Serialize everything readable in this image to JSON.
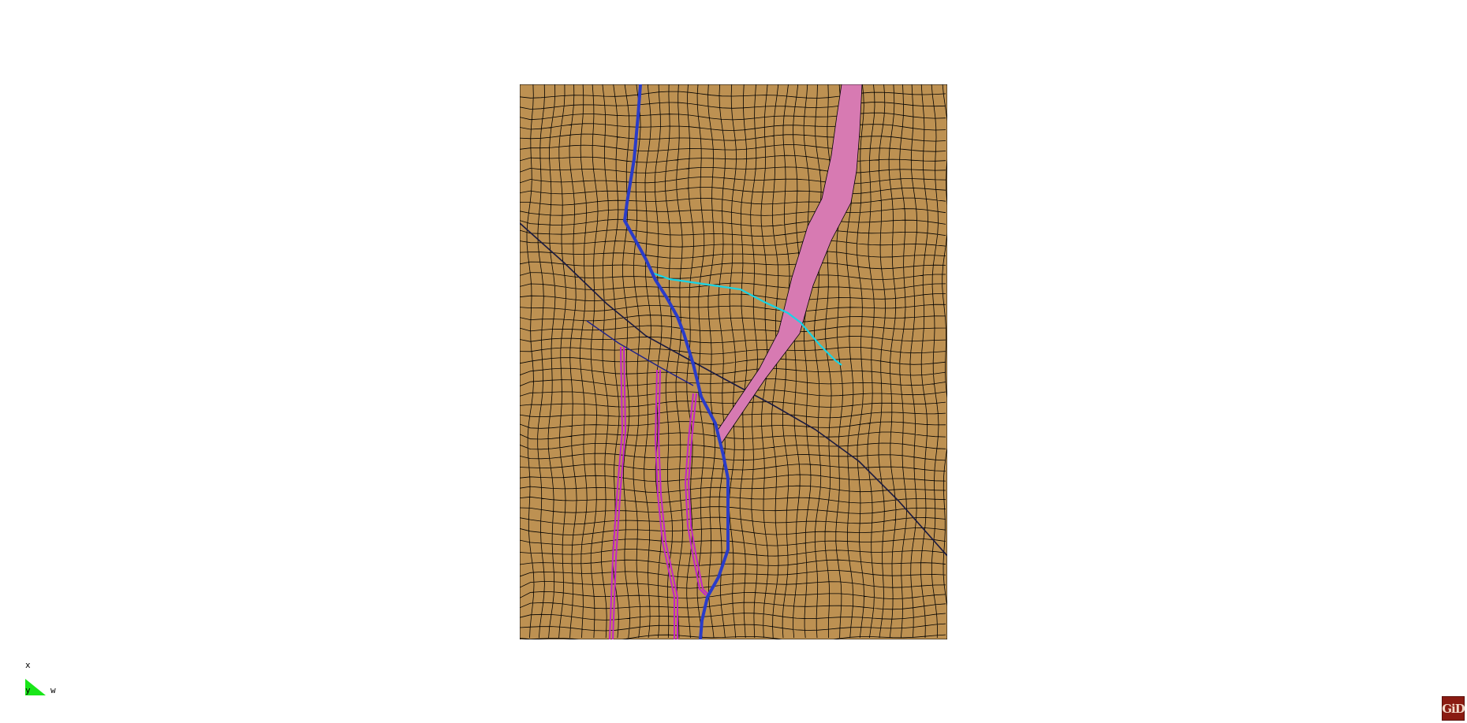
{
  "viewport": {
    "background": "#ffffff"
  },
  "mesh": {
    "fill_color": "#bd9152",
    "edge_color": "#000000",
    "strata": [
      {
        "id": "blue-fault",
        "color": "#2a3cc8",
        "kind": "thick-line"
      },
      {
        "id": "pink-band",
        "color": "#d77ab2",
        "kind": "band"
      },
      {
        "id": "cyan-fault",
        "color": "#17d4e6",
        "kind": "thin-line"
      },
      {
        "id": "magenta-left",
        "color": "#c226c6",
        "kind": "double-line"
      },
      {
        "id": "magenta-middle",
        "color": "#c226c6",
        "kind": "double-line"
      },
      {
        "id": "magenta-right",
        "color": "#c226c6",
        "kind": "double-line"
      },
      {
        "id": "oblique-fault",
        "color": "#1e2288",
        "kind": "thin-line"
      }
    ]
  },
  "axis_triad": {
    "x_label": "x",
    "y_label": "y",
    "z_label": "w",
    "color": "#19e619"
  },
  "logo": {
    "text": "GiD",
    "background": "#8a1b12"
  }
}
